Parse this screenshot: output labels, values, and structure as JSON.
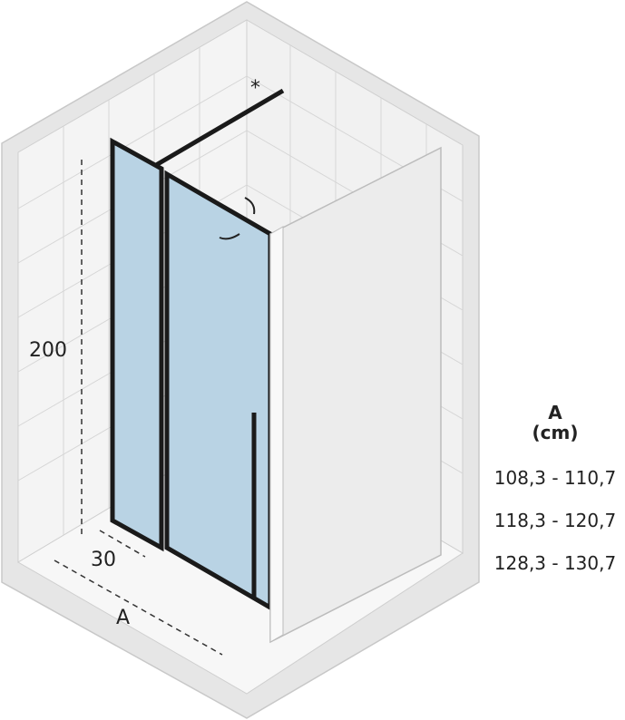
{
  "diagram": {
    "star_marker": "*",
    "height_label": "200",
    "fixed_panel_label": "30",
    "width_label": "A",
    "colors": {
      "glass": "#b9d3e4",
      "frame": "#1a1a1a",
      "wall": "#e8e8e8"
    }
  },
  "table": {
    "header": "A",
    "unit": "(cm)",
    "rows": [
      "108,3 - 110,7",
      "118,3 - 120,7",
      "128,3 - 130,7"
    ]
  }
}
